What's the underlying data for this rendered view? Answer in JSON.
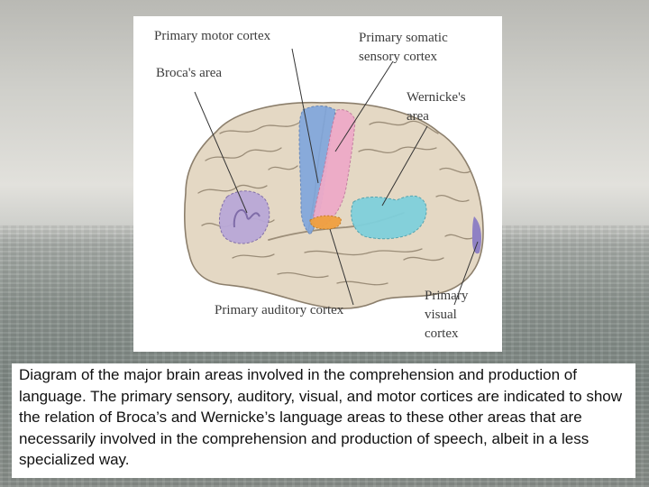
{
  "labels": {
    "primary_motor_cortex": "Primary motor cortex",
    "primary_somatic_line1": "Primary somatic",
    "primary_somatic_line2": "sensory cortex",
    "brocas_area": "Broca's area",
    "wernickes_line1": "Wernicke's",
    "wernickes_line2": "area",
    "primary_auditory_cortex": "Primary auditory cortex",
    "primary_visual_line1": "Primary",
    "primary_visual_line2": "visual",
    "primary_visual_line3": "cortex"
  },
  "caption": "Diagram of the major brain areas involved in the comprehension and production of language. The primary sensory, auditory, visual, and motor cortices are indicated to show the relation of Broca’s and Wernicke’s language areas to these other areas that are necessarily involved in the comprehension and production of speech, albeit in a less specialized way.",
  "colors": {
    "brain": "#e4d8c4",
    "brain_outline": "#8c7f6c",
    "sulcus": "#9b8d78",
    "motor_cortex": "#7fa6dd",
    "sensory_cortex": "#eeaac8",
    "brocas_area": "#b9a8d8",
    "wernickes_area": "#7fd0dc",
    "auditory_cortex": "#f0a040",
    "visual_cortex": "#8a7cc4"
  }
}
